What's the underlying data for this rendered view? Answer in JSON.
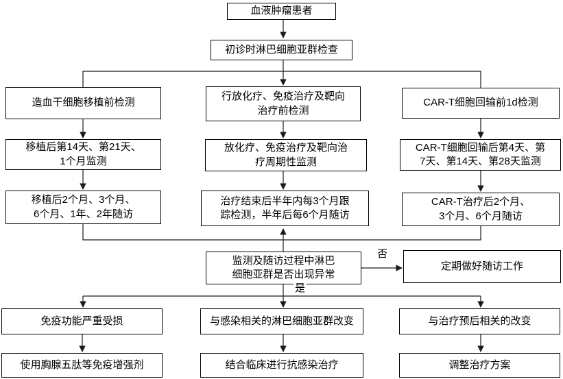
{
  "diagram": {
    "colors": {
      "line": "#1a1a1a",
      "box_border": "#000000",
      "background": "#ffffff",
      "text": "#000000"
    },
    "nodes": {
      "root": {
        "text": "血液肿瘤患者"
      },
      "initial": {
        "text": "初诊时淋巴细胞亚群检查"
      },
      "hsct_pre": {
        "text": "造血干细胞移植前检测"
      },
      "rt_pre": {
        "text": "行放化疗、免疫治疗及靶向\n治疗前检测"
      },
      "cart_pre": {
        "text": "CAR-T细胞回输前1d检测"
      },
      "hsct_mon": {
        "text": "移植后第14天、第21天、\n1个月监测"
      },
      "rt_mon": {
        "text": "放化疗、免疫治疗及靶向治\n疗周期性监测"
      },
      "cart_mon": {
        "text": "CAR-T细胞回输后第4天、第\n7天、第14天、第28天监测"
      },
      "hsct_fu": {
        "text": "移植后2个月、3个月、\n6个月、1年、2年随访"
      },
      "rt_fu": {
        "text": "治疗结束后半年内每3个月跟\n踪检测，半年后每6个月随访"
      },
      "cart_fu": {
        "text": "CAR-T治疗后2个月、\n3个月、6个月随访"
      },
      "decision": {
        "text": "监测及随访过程中淋巴\n细胞亚群是否出现异常"
      },
      "regular_fu": {
        "text": "定期做好随访工作"
      },
      "immune": {
        "text": "免疫功能严重受损"
      },
      "infection": {
        "text": "与感染相关的淋巴细胞亚群改变"
      },
      "prognosis": {
        "text": "与治疗预后相关的改变"
      },
      "thymo": {
        "text": "使用胸腺五肽等免疫增强剂"
      },
      "anti_infection": {
        "text": "结合临床进行抗感染治疗"
      },
      "adjust": {
        "text": "调整治疗方案"
      }
    },
    "labels": {
      "no": "否",
      "yes": "是"
    },
    "edges": [
      {
        "from": "root",
        "to": "initial"
      },
      {
        "from": "initial",
        "to": "hsct_pre"
      },
      {
        "from": "initial",
        "to": "rt_pre"
      },
      {
        "from": "initial",
        "to": "cart_pre"
      },
      {
        "from": "hsct_pre",
        "to": "hsct_mon"
      },
      {
        "from": "rt_pre",
        "to": "rt_mon"
      },
      {
        "from": "cart_pre",
        "to": "cart_mon"
      },
      {
        "from": "hsct_mon",
        "to": "hsct_fu"
      },
      {
        "from": "rt_mon",
        "to": "rt_fu"
      },
      {
        "from": "cart_mon",
        "to": "cart_fu"
      },
      {
        "from": "hsct_fu",
        "to": "decision"
      },
      {
        "from": "rt_fu",
        "to": "decision"
      },
      {
        "from": "cart_fu",
        "to": "decision"
      },
      {
        "from": "decision",
        "to": "regular_fu",
        "label": "否"
      },
      {
        "from": "decision",
        "to": "immune",
        "label": "是"
      },
      {
        "from": "decision",
        "to": "infection",
        "label": "是"
      },
      {
        "from": "decision",
        "to": "prognosis",
        "label": "是"
      },
      {
        "from": "immune",
        "to": "thymo"
      },
      {
        "from": "infection",
        "to": "anti_infection"
      },
      {
        "from": "prognosis",
        "to": "adjust"
      }
    ]
  }
}
